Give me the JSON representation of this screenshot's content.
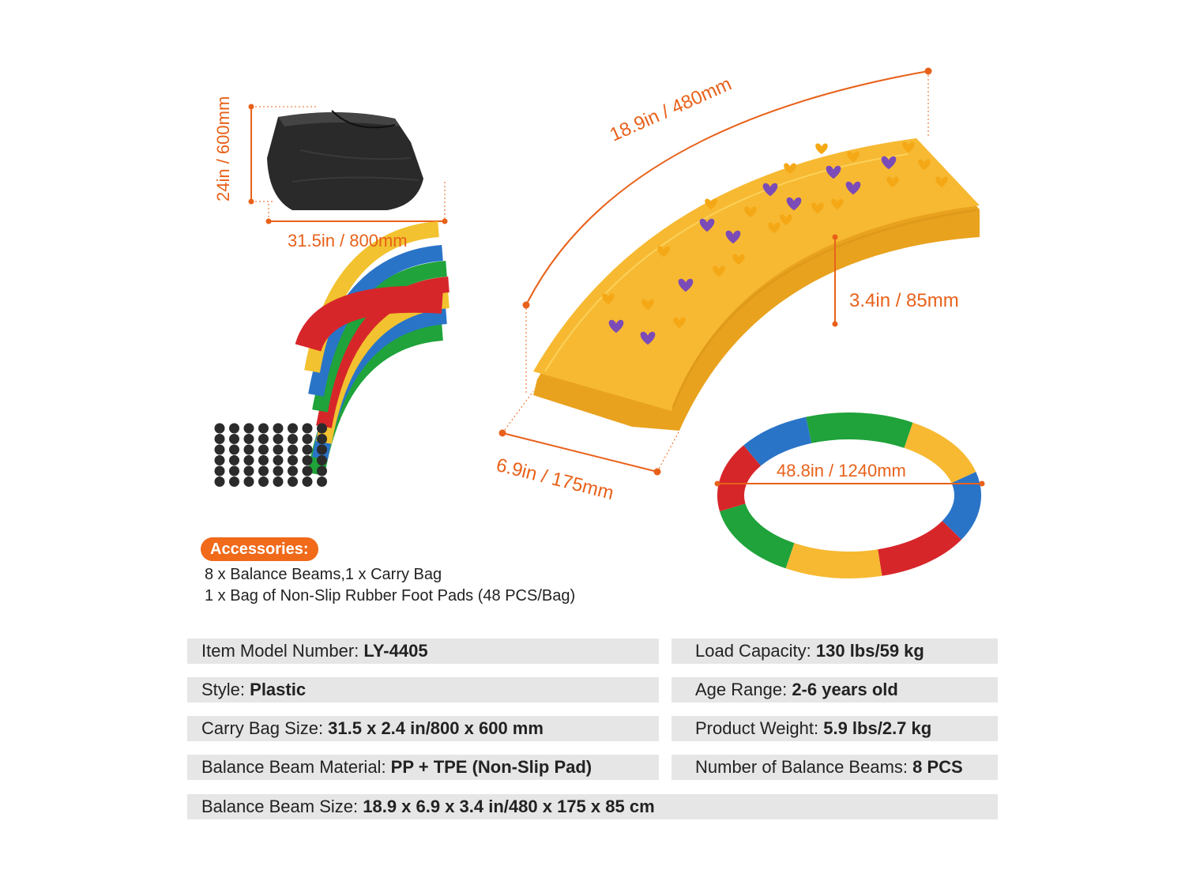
{
  "dimensions": {
    "bag_height": "24in / 600mm",
    "bag_width": "31.5in / 800mm",
    "beam_length": "18.9in / 480mm",
    "beam_height": "3.4in / 85mm",
    "beam_width": "6.9in / 175mm",
    "ring_diameter": "48.8in / 1240mm"
  },
  "accessories": {
    "title": "Accessories:",
    "lines": [
      "8 x Balance Beams,1 x Carry Bag",
      "1 x Bag of Non-Slip Rubber Foot Pads (48 PCS/Bag)"
    ]
  },
  "specs": {
    "model": {
      "label": "Item Model Number: ",
      "value": "LY-4405"
    },
    "load": {
      "label": "Load Capacity: ",
      "value": "130 lbs/59 kg"
    },
    "style": {
      "label": "Style: ",
      "value": "Plastic"
    },
    "age": {
      "label": "Age Range: ",
      "value": "2-6 years old"
    },
    "bag_size": {
      "label": "Carry Bag Size: ",
      "value": "31.5 x 2.4 in/800 x 600 mm"
    },
    "weight": {
      "label": "Product Weight: ",
      "value": "5.9 lbs/2.7 kg"
    },
    "material": {
      "label": "Balance Beam Material: ",
      "value": "PP + TPE (Non-Slip Pad)"
    },
    "count": {
      "label": "Number of Balance Beams: ",
      "value": "8 PCS"
    },
    "beam_size": {
      "label": "Balance Beam Size: ",
      "value": "18.9 x 6.9 x 3.4 in/480 x 175 x 85 cm"
    }
  },
  "colors": {
    "accent": "#e8611a",
    "beam_yellow": "#f7b932",
    "beam_red": "#d7262a",
    "beam_blue": "#2a74c8",
    "beam_green": "#1fa33a",
    "heart_purple": "#7b4bb7",
    "spec_bg": "#e6e6e6"
  }
}
